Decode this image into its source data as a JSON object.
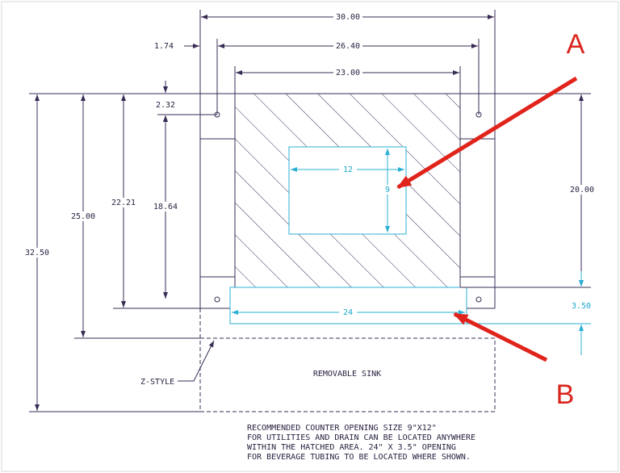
{
  "dimensions": {
    "overall_width": "30.00",
    "mount_width": "26.40",
    "hatched_width": "23.00",
    "left_offset": "1.74",
    "top_offset": "2.32",
    "inner_height": "18.64",
    "height_22": "22.21",
    "height_25": "25.00",
    "overall_height": "32.50",
    "right_height": "20.00",
    "opening_width": "12",
    "opening_height": "9",
    "tubing_width": "24",
    "tubing_height": "3.50"
  },
  "labels": {
    "removable_sink": "REMOVABLE SINK",
    "z_style": "Z-STYLE",
    "callout_a": "A",
    "callout_b": "B"
  },
  "notes": [
    "RECOMMENDED COUNTER OPENING SIZE 9\"X12\"",
    "FOR UTILITIES AND DRAIN CAN BE LOCATED ANYWHERE",
    "WITHIN THE HATCHED AREA.  24\" X 3.5\" OPENING",
    "FOR BEVERAGE TUBING TO BE LOCATED WHERE SHOWN."
  ],
  "colors": {
    "line": "#3a2d55",
    "dimension": "#2b2140",
    "highlight": "#2bb0d4",
    "callout": "#d9241c"
  }
}
